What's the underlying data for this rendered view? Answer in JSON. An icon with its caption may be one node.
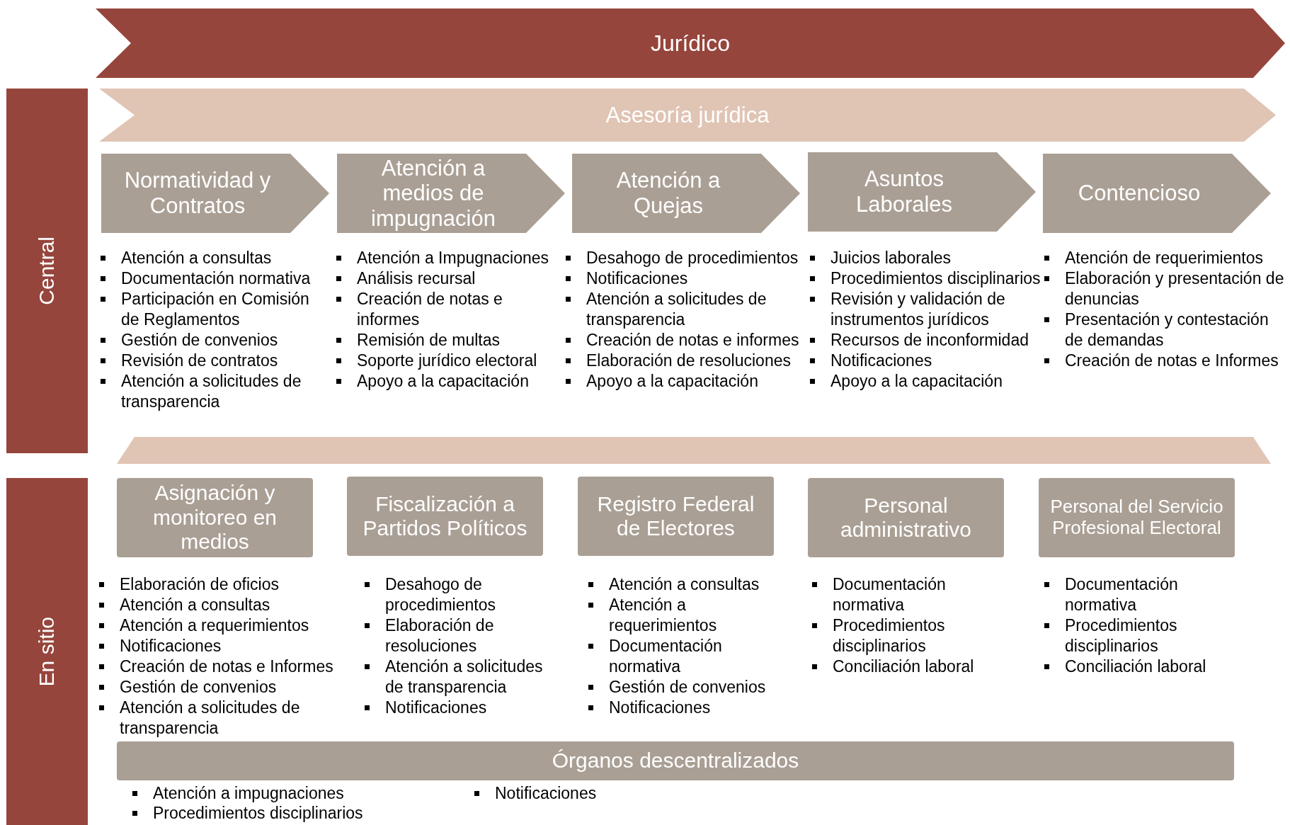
{
  "diagram": {
    "nodes": [
      {
        "text": [
          "Jurídico"
        ]
      },
      {
        "text": [
          "Central"
        ]
      },
      {
        "text": [
          "Asesoría jurídica"
        ]
      },
      {
        "text": [
          "Normatividad y Contratos"
        ],
        "beside": [
          "Atención a consultas",
          "Documentación normativa",
          "Participación en Comisión de Reglamentos",
          "Gestión de convenios",
          "Revisión de contratos",
          "Atención a solicitudes de transparencia"
        ]
      },
      {
        "text": [
          "Atención a medios de impugnación"
        ],
        "beside": [
          "Atención a Impugnaciones",
          "Análisis recursal",
          "Creación de notas e informes",
          "Remisión de multas",
          "Soporte jurídico electoral",
          "Apoyo a la capacitación"
        ]
      },
      {
        "text": [
          "Atención a Quejas"
        ],
        "beside": [
          "Desahogo de procedimientos",
          "Notificaciones",
          "Atención a solicitudes de transparencia",
          "Creación de notas e informes",
          "Elaboración de resoluciones",
          "Apoyo a la capacitación"
        ]
      },
      {
        "text": [
          "Asuntos Laborales"
        ],
        "beside": [
          "Juicios laborales",
          "Procedimientos disciplinarios",
          "Revisión y validación de instrumentos jurídicos",
          "Recursos de inconformidad",
          "Notificaciones",
          "Apoyo a la capacitación"
        ]
      },
      {
        "text": [
          "Contencioso"
        ],
        "beside": [
          "Atención de requerimientos",
          "Elaboración y presentación de denuncias",
          "Presentación y contestación de demandas",
          "Creación de notas e Informes"
        ]
      },
      {
        "text": [],
        "shape": "bar"
      },
      {
        "text": [
          "En sitio"
        ]
      },
      {
        "text": [
          "Asignación y monitoreo en medios"
        ],
        "beside": [
          "Elaboración de oficios",
          "Atención a consultas",
          "Atención a requerimientos",
          "Notificaciones",
          "Creación de notas e Informes",
          "Gestión de convenios",
          "Atención a solicitudes de transparencia"
        ]
      },
      {
        "text": [
          "Fiscalización a Partidos Políticos"
        ],
        "beside": [
          "Desahogo de procedimientos",
          "Elaboración de resoluciones",
          "Atención a solicitudes de transparencia",
          "Notificaciones"
        ]
      },
      {
        "text": [
          "Registro Federal de Electores"
        ],
        "beside": [
          "Atención a consultas",
          "Atención a requerimientos",
          "Documentación normativa",
          "Gestión de convenios",
          "Notificaciones"
        ]
      },
      {
        "text": [
          "Personal administrativo"
        ],
        "beside": [
          "Documentación normativa",
          "Procedimientos disciplinarios",
          "Conciliación laboral"
        ]
      },
      {
        "text": [
          "Personal del Servicio Profesional Electoral"
        ],
        "beside": [
          "Documentación normativa",
          "Procedimientos disciplinarios",
          "Conciliación laboral"
        ]
      },
      {
        "text": [
          "Órganos descentralizados"
        ],
        "beside": [
          "Atención a impugnaciones",
          "Procedimientos disciplinarios",
          "Notificaciones"
        ]
      }
    ],
    "edges": []
  }
}
